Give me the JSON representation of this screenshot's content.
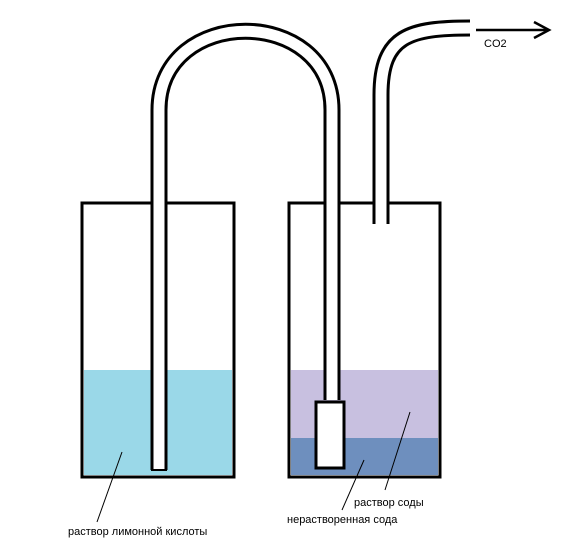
{
  "labels": {
    "gas": "CO2",
    "citric_solution": "раствор лимонной кислоты",
    "soda_solution": "раствор соды",
    "undissolved_soda": "нерастворенная сода"
  },
  "colors": {
    "citric_liquid": "#9ad8e8",
    "soda_solution": "#c8c0e0",
    "undissolved_soda": "#6e8fbe",
    "outline": "#000000",
    "background": "#ffffff"
  }
}
